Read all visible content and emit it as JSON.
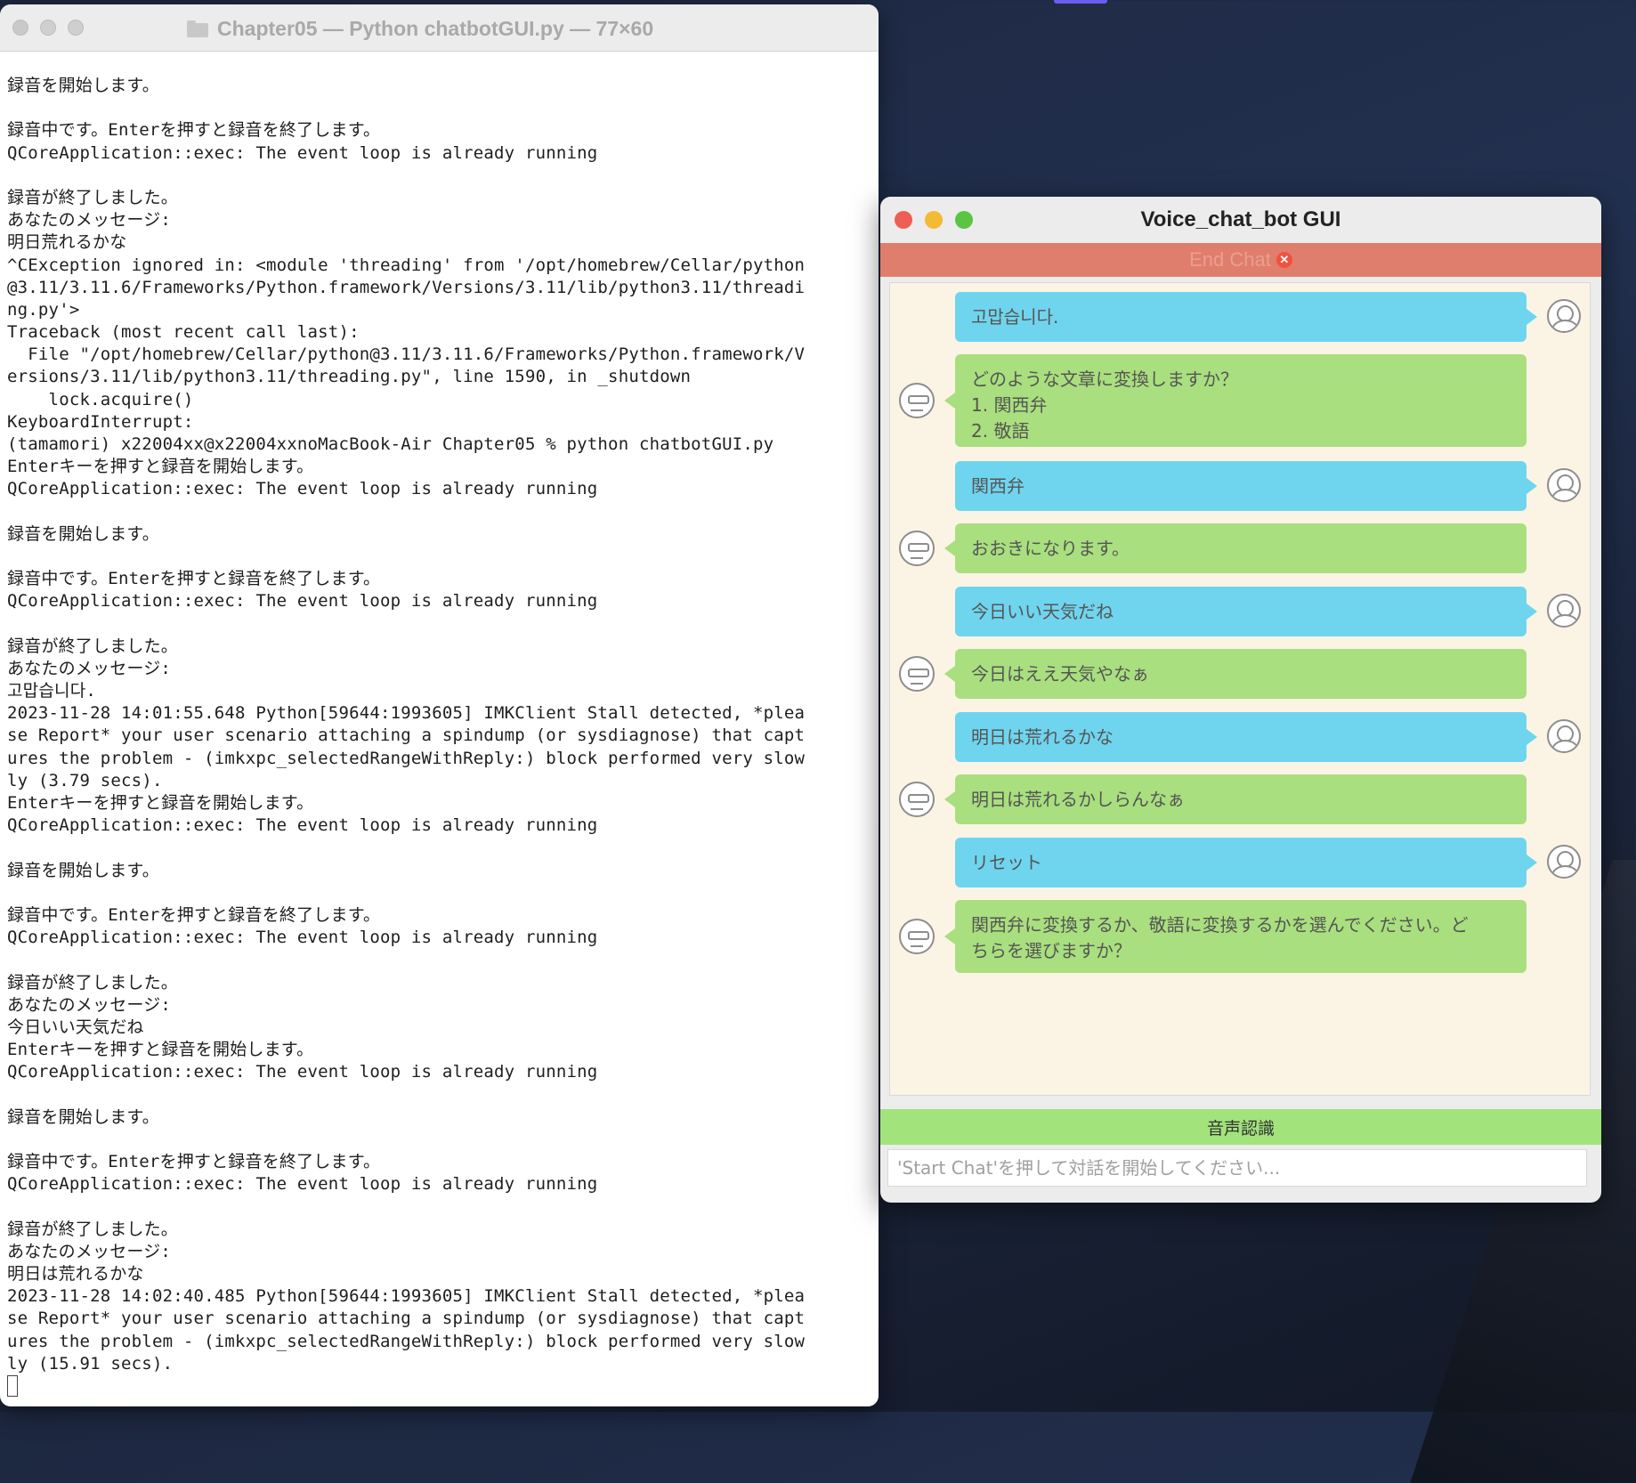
{
  "terminal": {
    "title": "Chapter05 — Python chatbotGUI.py — 77×60",
    "lines": [
      "録音を開始します。",
      "",
      "録音中です。Enterを押すと録音を終了します。",
      "QCoreApplication::exec: The event loop is already running",
      "",
      "録音が終了しました。",
      "あなたのメッセージ:",
      "明日荒れるかな",
      "^CException ignored in: <module 'threading' from '/opt/homebrew/Cellar/python",
      "@3.11/3.11.6/Frameworks/Python.framework/Versions/3.11/lib/python3.11/threadi",
      "ng.py'>",
      "Traceback (most recent call last):",
      "  File \"/opt/homebrew/Cellar/python@3.11/3.11.6/Frameworks/Python.framework/V",
      "ersions/3.11/lib/python3.11/threading.py\", line 1590, in _shutdown",
      "    lock.acquire()",
      "KeyboardInterrupt:",
      "(tamamori) x22004xx@x22004xxnoMacBook-Air Chapter05 % python chatbotGUI.py",
      "Enterキーを押すと録音を開始します。",
      "QCoreApplication::exec: The event loop is already running",
      "",
      "録音を開始します。",
      "",
      "録音中です。Enterを押すと録音を終了します。",
      "QCoreApplication::exec: The event loop is already running",
      "",
      "録音が終了しました。",
      "あなたのメッセージ:",
      "고맙습니다.",
      "2023-11-28 14:01:55.648 Python[59644:1993605] IMKClient Stall detected, *plea",
      "se Report* your user scenario attaching a spindump (or sysdiagnose) that capt",
      "ures the problem - (imkxpc_selectedRangeWithReply:) block performed very slow",
      "ly (3.79 secs).",
      "Enterキーを押すと録音を開始します。",
      "QCoreApplication::exec: The event loop is already running",
      "",
      "録音を開始します。",
      "",
      "録音中です。Enterを押すと録音を終了します。",
      "QCoreApplication::exec: The event loop is already running",
      "",
      "録音が終了しました。",
      "あなたのメッセージ:",
      "今日いい天気だね",
      "Enterキーを押すと録音を開始します。",
      "QCoreApplication::exec: The event loop is already running",
      "",
      "録音を開始します。",
      "",
      "録音中です。Enterを押すと録音を終了します。",
      "QCoreApplication::exec: The event loop is already running",
      "",
      "録音が終了しました。",
      "あなたのメッセージ:",
      "明日は荒れるかな",
      "2023-11-28 14:02:40.485 Python[59644:1993605] IMKClient Stall detected, *plea",
      "se Report* your user scenario attaching a spindump (or sysdiagnose) that capt",
      "ures the problem - (imkxpc_selectedRangeWithReply:) block performed very slow",
      "ly (15.91 secs)."
    ]
  },
  "chat": {
    "title": "Voice_chat_bot GUI",
    "end_chat_label": "End Chat",
    "messages": [
      {
        "role": "user",
        "text": "고맙습니다."
      },
      {
        "role": "bot",
        "text": "どのような文章に変換しますか？\n1. 関西弁\n2. 敬語"
      },
      {
        "role": "user",
        "text": "関西弁"
      },
      {
        "role": "bot",
        "text": "おおきになります。"
      },
      {
        "role": "user",
        "text": "今日いい天気だね"
      },
      {
        "role": "bot",
        "text": "今日はええ天気やなぁ"
      },
      {
        "role": "user",
        "text": "明日は荒れるかな"
      },
      {
        "role": "bot",
        "text": "明日は荒れるかしらんなぁ"
      },
      {
        "role": "user",
        "text": "リセット"
      },
      {
        "role": "bot",
        "text": "関西弁に変換するか、敬語に変換するかを選んでください。ど\nちらを選びますか？"
      }
    ],
    "voice_button_label": "音声認識",
    "input_placeholder": "'Start Chat'を押して対話を開始してください..."
  },
  "colors": {
    "end_chat_bar": "#e07e6d",
    "user_bubble": "#6fd5ee",
    "bot_bubble": "#a9df7e",
    "voice_button": "#a2e37b",
    "chat_background": "#fbf4e4"
  }
}
